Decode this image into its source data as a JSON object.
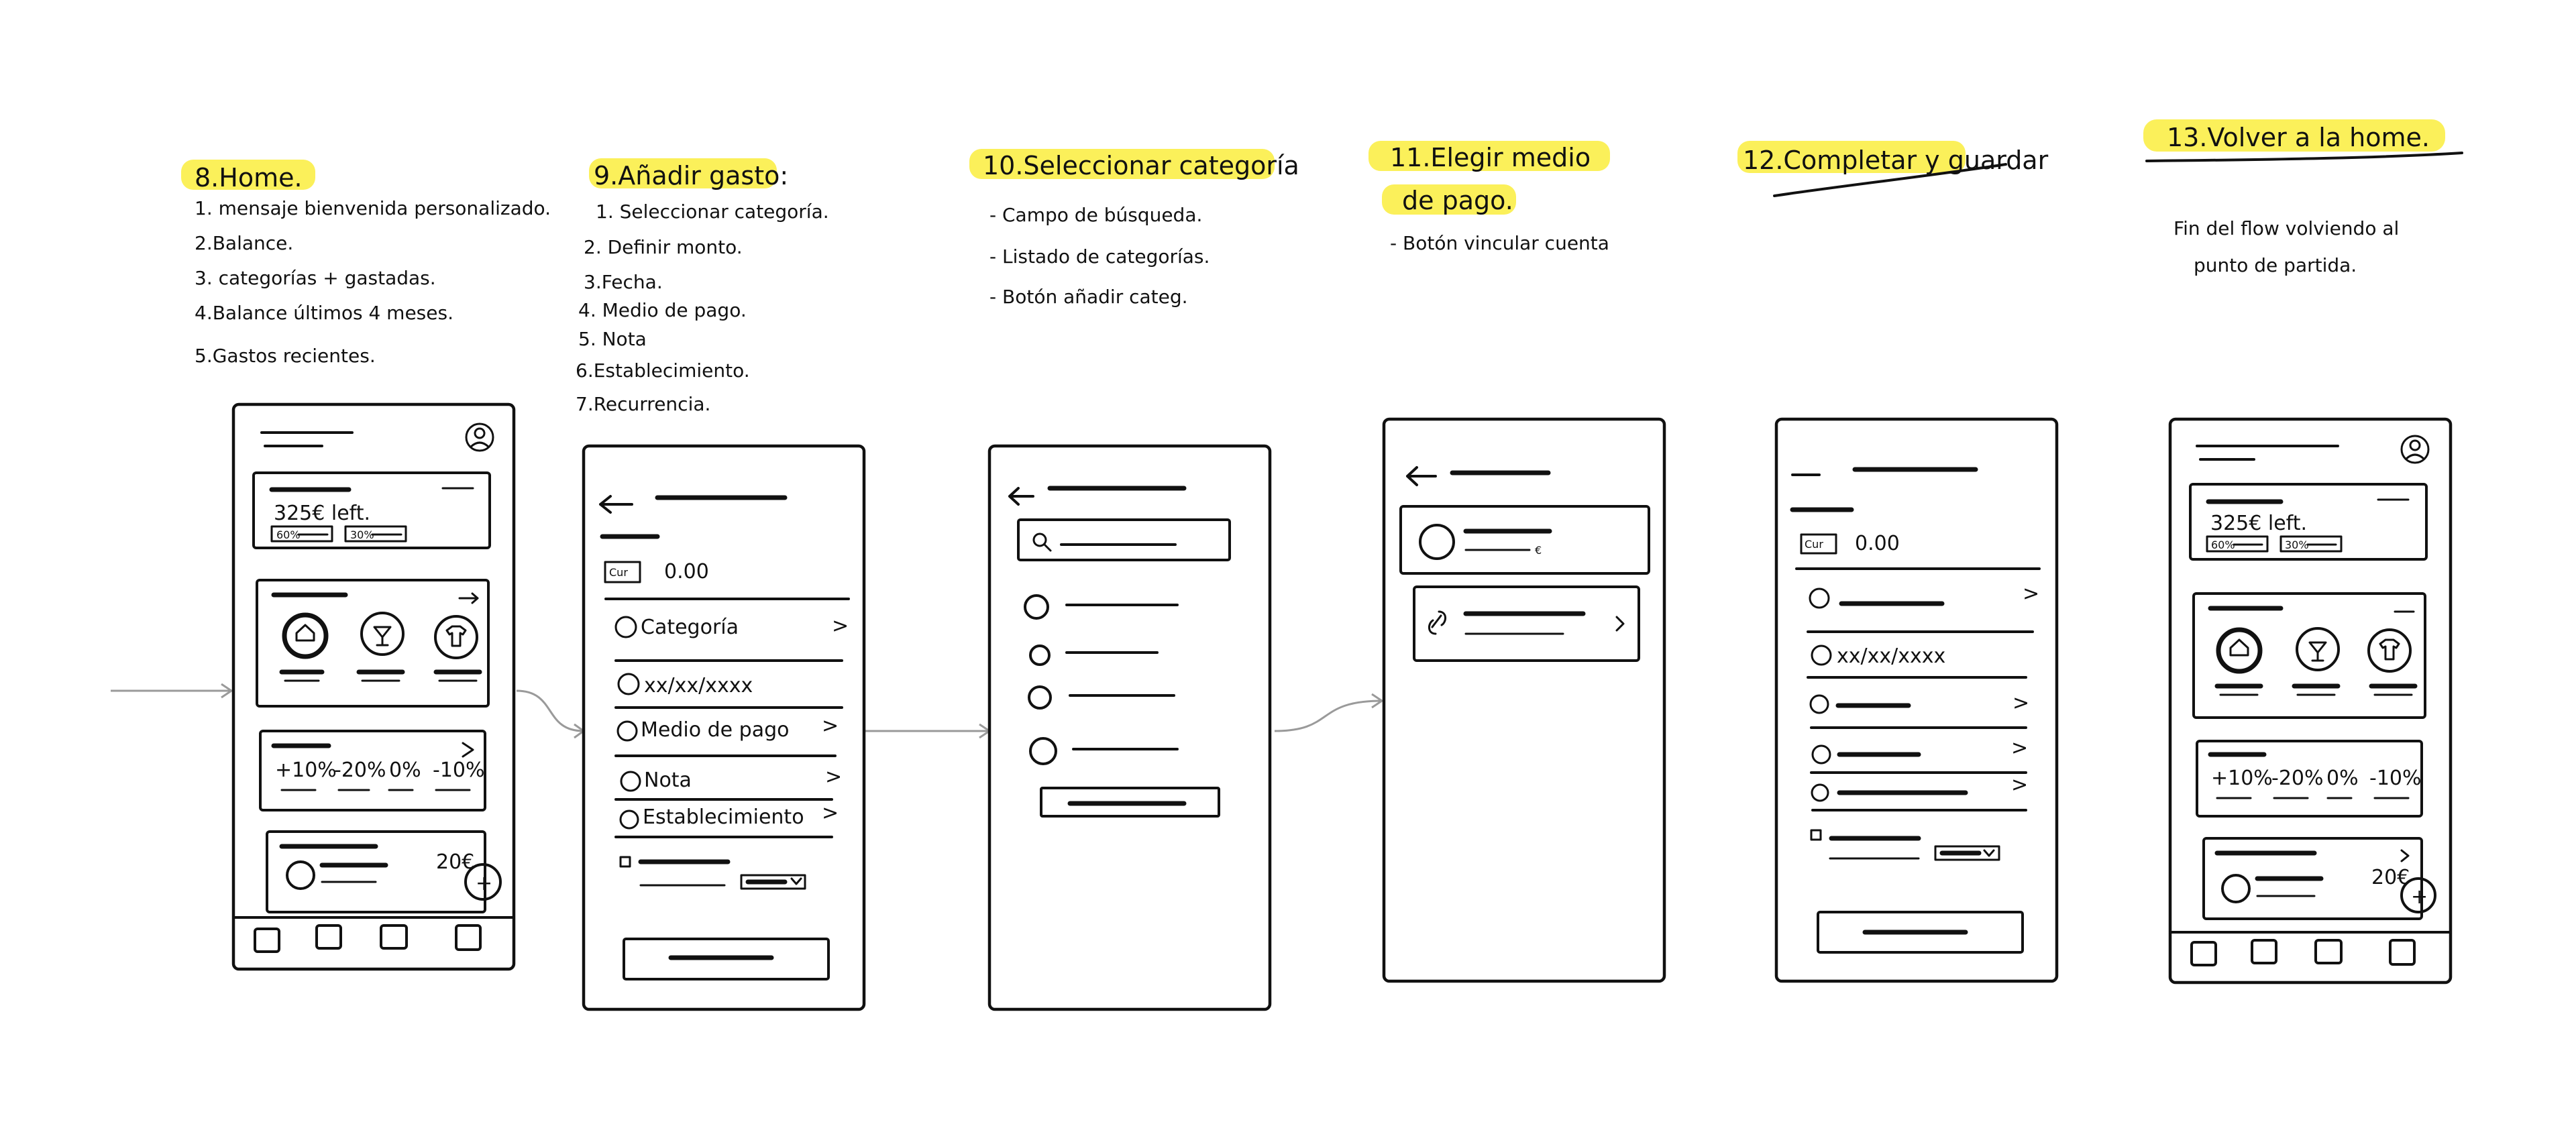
{
  "steps": [
    {
      "title": "8.Home.",
      "items": [
        "1. mensaje bienvenida personalizado.",
        "2.Balance.",
        "3. categorías + gastadas.",
        "4.Balance últimos 4 meses.",
        "5.Gastos recientes."
      ]
    },
    {
      "title": "9.Añadir gasto:",
      "items": [
        "1. Seleccionar categoría.",
        "2. Definir monto.",
        "3.Fecha.",
        "4. Medio de pago.",
        "5. Nota",
        "6.Establecimiento.",
        "7.Recurrencia."
      ]
    },
    {
      "title": "10.Seleccionar categoría",
      "items": [
        "- Campo de búsqueda.",
        "- Listado de categorías.",
        "- Botón añadir categ."
      ]
    },
    {
      "title": "11.Elegir medio de pago.",
      "title_lines": [
        "11.Elegir medio",
        "de pago."
      ],
      "items": [
        "- Botón vincular cuenta"
      ]
    },
    {
      "title": "12.Completar y guardar",
      "items": []
    },
    {
      "title": "13.Volver a la home.",
      "items": [
        "Fin del flow volviendo al",
        "punto de partida."
      ]
    }
  ],
  "sketch_text": {
    "home_balance": "325€ left.",
    "home_pct_1": "60%",
    "home_pct_2": "30%",
    "home_stats": [
      "+10%",
      "-20%",
      "0%",
      "-10%"
    ],
    "home_amount": "20€",
    "currency_tag": "Cur",
    "amount": "0.00",
    "field_categoria": "Categoría",
    "field_fecha": "xx/xx/xxxx",
    "field_medio": "Medio de pago",
    "field_nota": "Nota",
    "field_establecimiento": "Establecimiento",
    "euro_sign": "€",
    "add_sign": "+",
    "chevron": ">"
  },
  "colors": {
    "highlight": "#fbf05a",
    "ink": "#111111",
    "connector": "#9a9a9a"
  }
}
